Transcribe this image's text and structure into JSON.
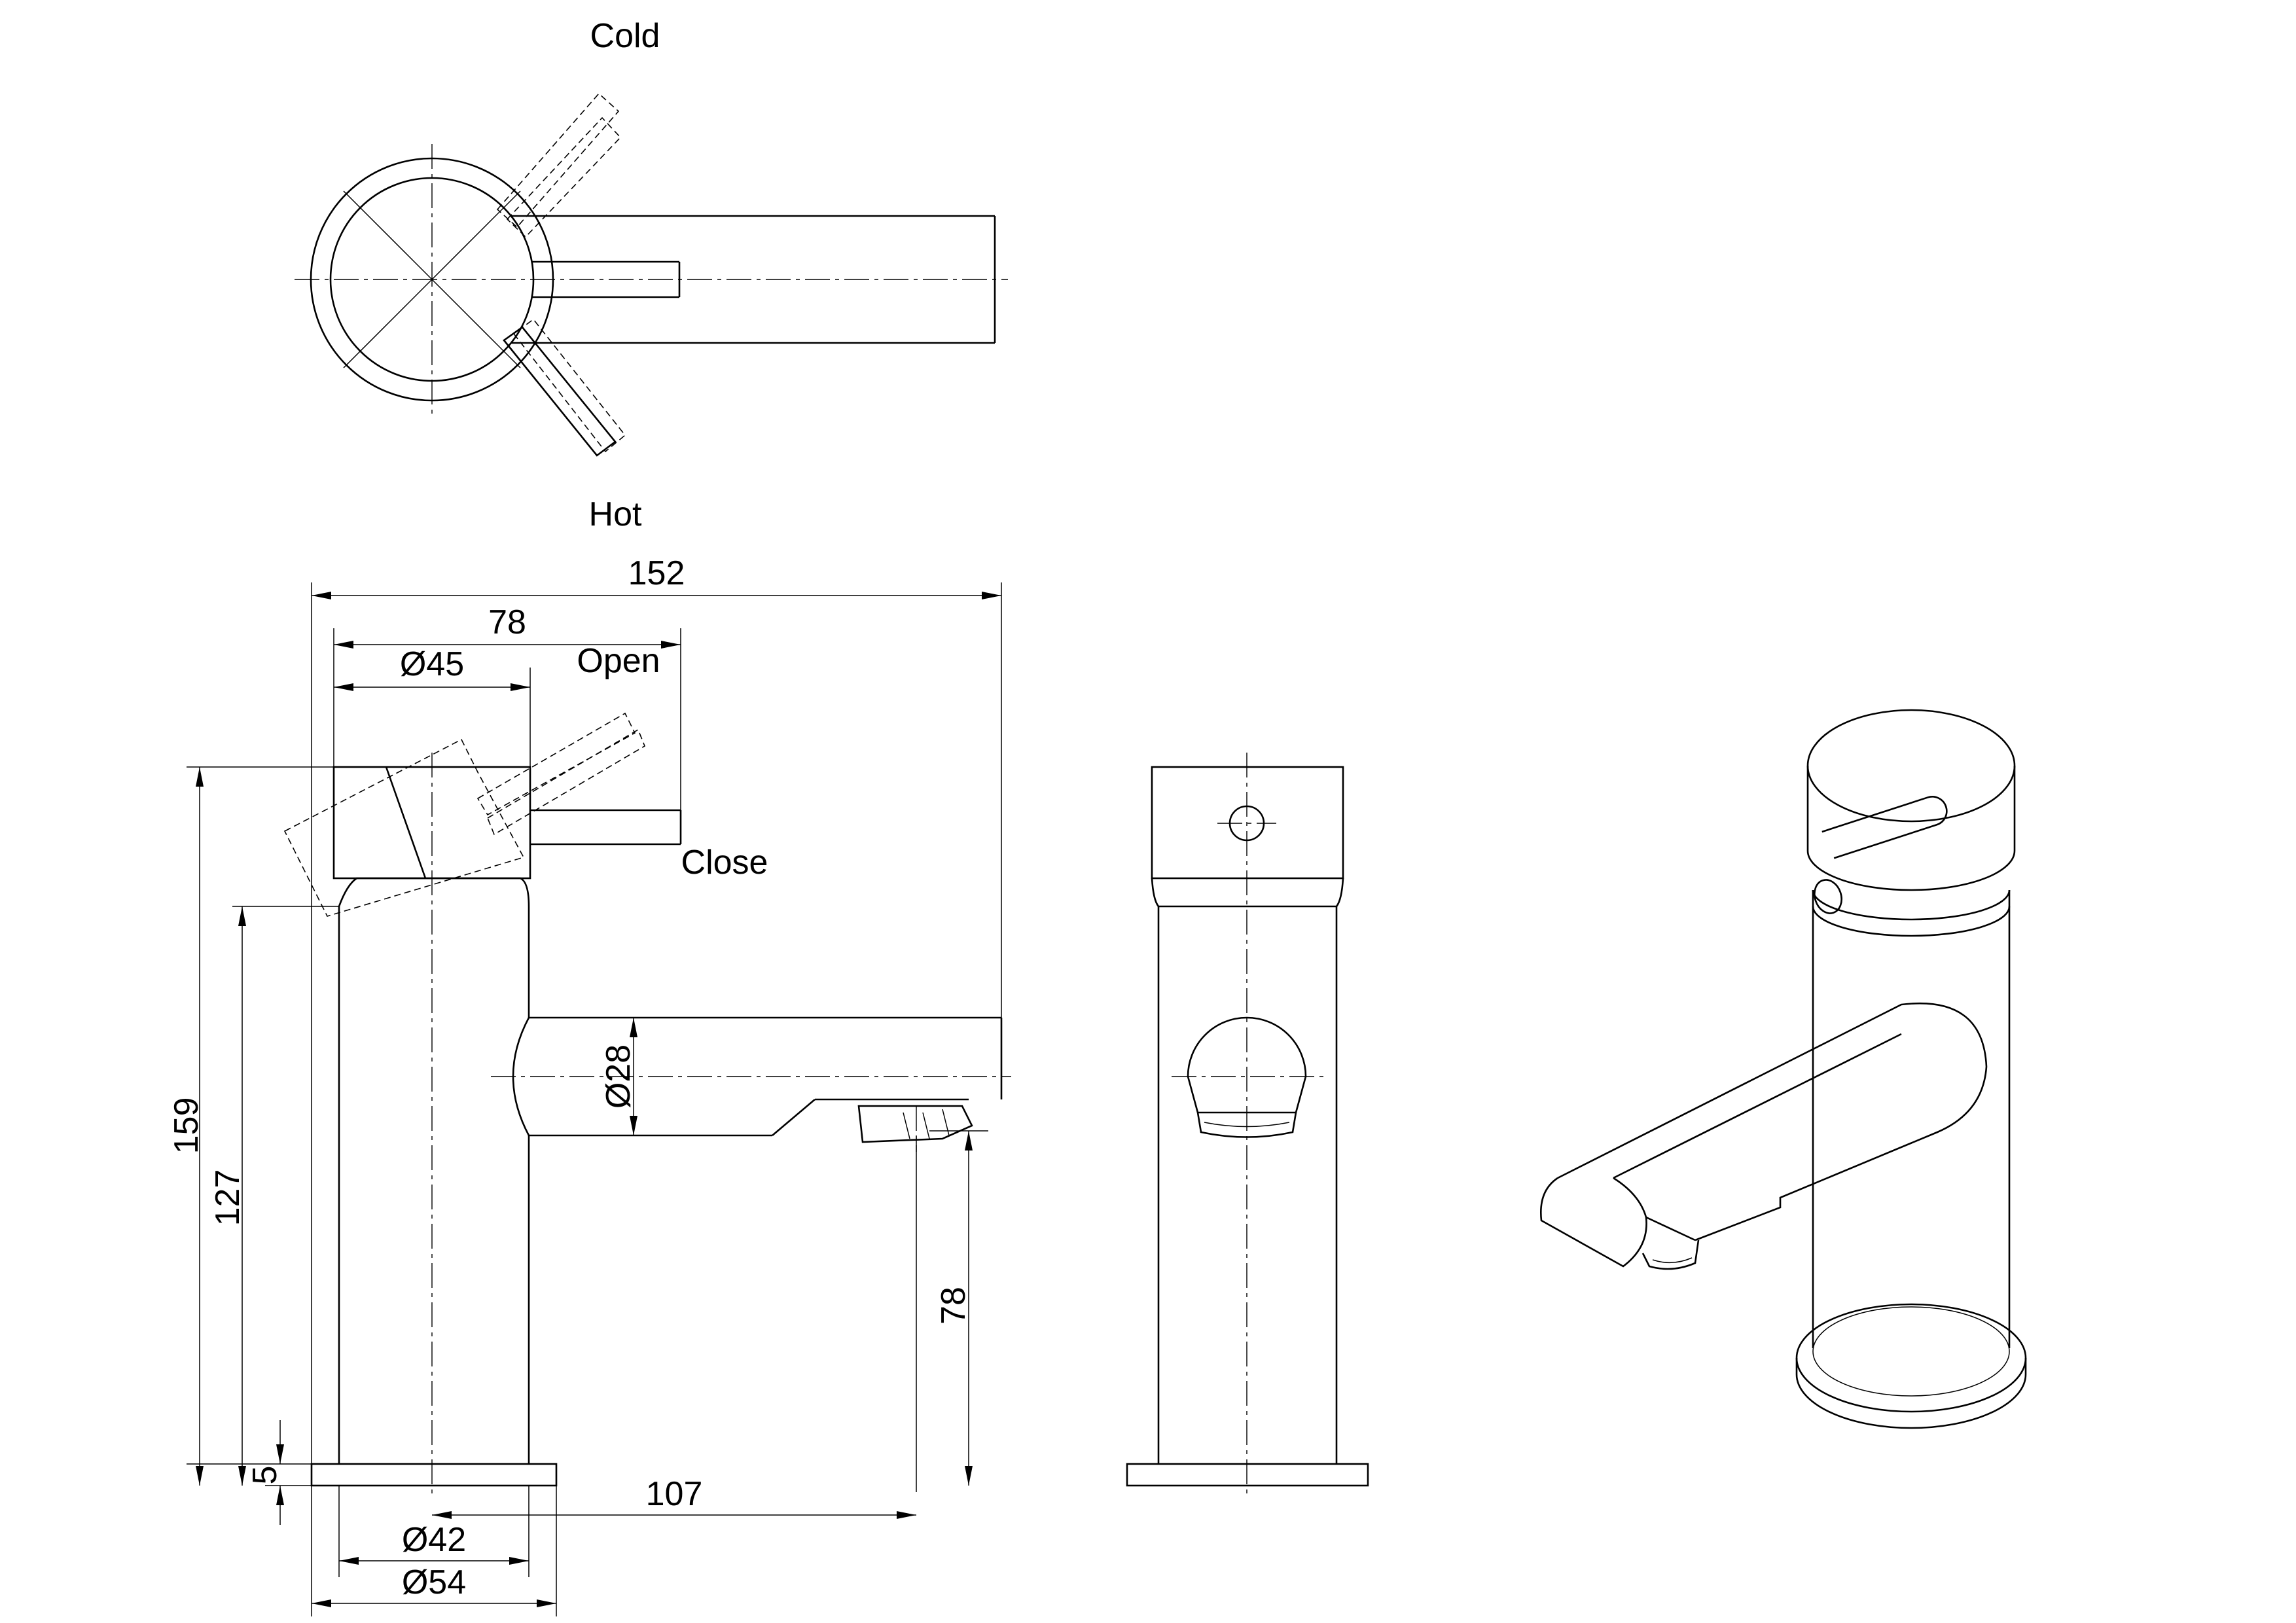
{
  "labels": {
    "cold": "Cold",
    "hot": "Hot",
    "open": "Open",
    "close": "Close"
  },
  "dimensions": {
    "overall_length": "152",
    "handle_reach": "78",
    "body_diameter_top": "Ø45",
    "spout_diameter": "Ø28",
    "total_height": "159",
    "body_height": "127",
    "base_thickness": "5",
    "spout_height": "78",
    "spout_projection": "107",
    "body_diameter": "Ø42",
    "base_diameter": "Ø54"
  }
}
